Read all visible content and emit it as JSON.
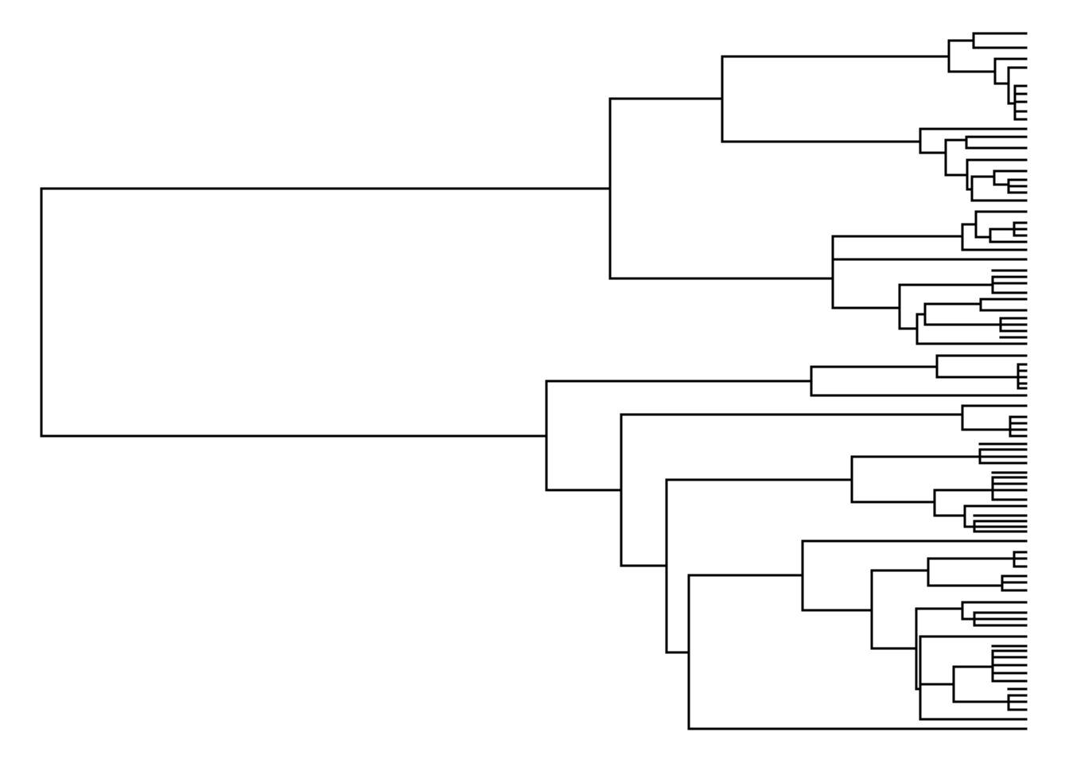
{
  "diagram": {
    "type": "dendrogram",
    "orientation": "horizontal",
    "root_on": "left",
    "leaves_on": "right",
    "leaf_labels_visible": false,
    "axis_visible": false,
    "line_color": "#000000",
    "background_color": "#ffffff",
    "major_clusters": 2
  }
}
